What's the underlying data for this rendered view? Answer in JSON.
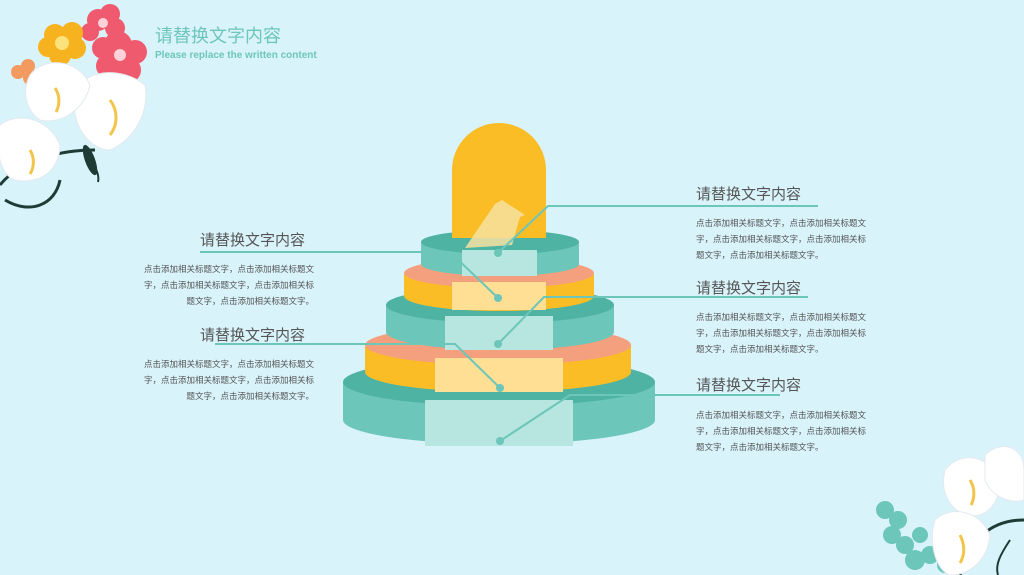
{
  "header": {
    "title": "请替换文字内容",
    "subtitle": "Please replace the written content"
  },
  "left_items": [
    {
      "heading": "请替换文字内容",
      "body": "点击添加相关标题文字，点击添加相关标题文字，点击添加相关标题文字，点击添加相关标题文字，点击添加相关标题文字。"
    },
    {
      "heading": "请替换文字内容",
      "body": "点击添加相关标题文字，点击添加相关标题文字，点击添加相关标题文字，点击添加相关标题文字，点击添加相关标题文字。"
    }
  ],
  "right_items": [
    {
      "heading": "请替换文字内容",
      "body": "点击添加相关标题文字，点击添加相关标题文字，点击添加相关标题文字，点击添加相关标题文字，点击添加相关标题文字。"
    },
    {
      "heading": "请替换文字内容",
      "body": "点击添加相关标题文字，点击添加相关标题文字，点击添加相关标题文字，点击添加相关标题文字，点击添加相关标题文字。"
    },
    {
      "heading": "请替换文字内容",
      "body": "点击添加相关标题文字，点击添加相关标题文字，点击添加相关标题文字，点击添加相关标题文字，点击添加相关标题文字。"
    }
  ],
  "colors": {
    "background": "#d9f3fb",
    "teal": "#6cc6b9",
    "teal_dark": "#4fb3a3",
    "yellow": "#fbbd26",
    "salmon": "#f4a07e",
    "connector": "#6cc6b9"
  },
  "icons": [
    "flower-decoration-top-left",
    "flower-decoration-bottom-right",
    "arrow-up-icon"
  ]
}
